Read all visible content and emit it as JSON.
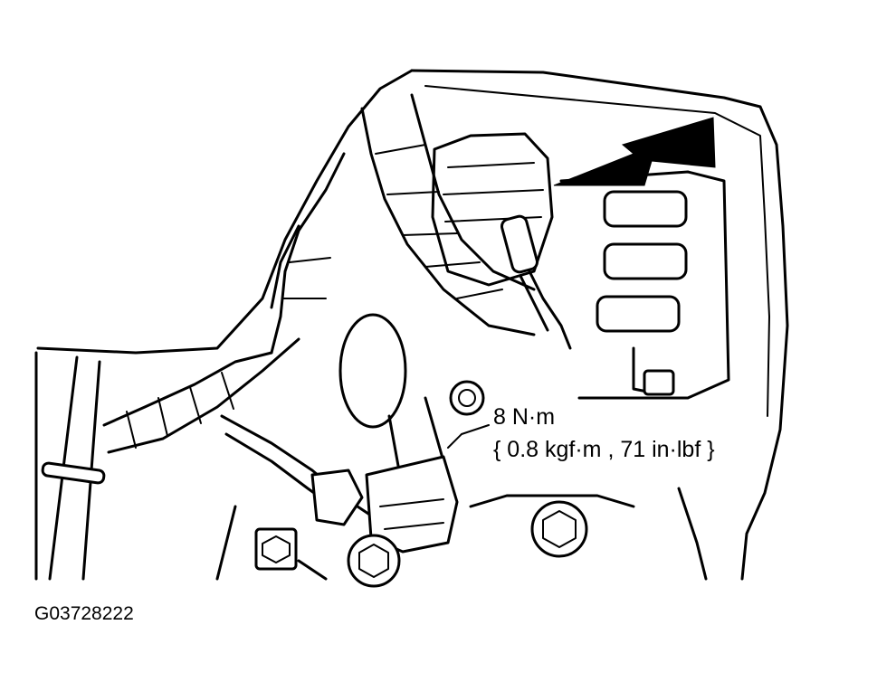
{
  "annotation": {
    "torque_primary": "8 N·m",
    "torque_secondary": "{ 0.8 kgf·m , 71 in·lbf }"
  },
  "figure": {
    "id": "G03728222"
  },
  "colors": {
    "ink": "#000000",
    "paper": "#ffffff"
  },
  "icons": [
    "pointer-arrow-icon",
    "bolt-icon"
  ]
}
